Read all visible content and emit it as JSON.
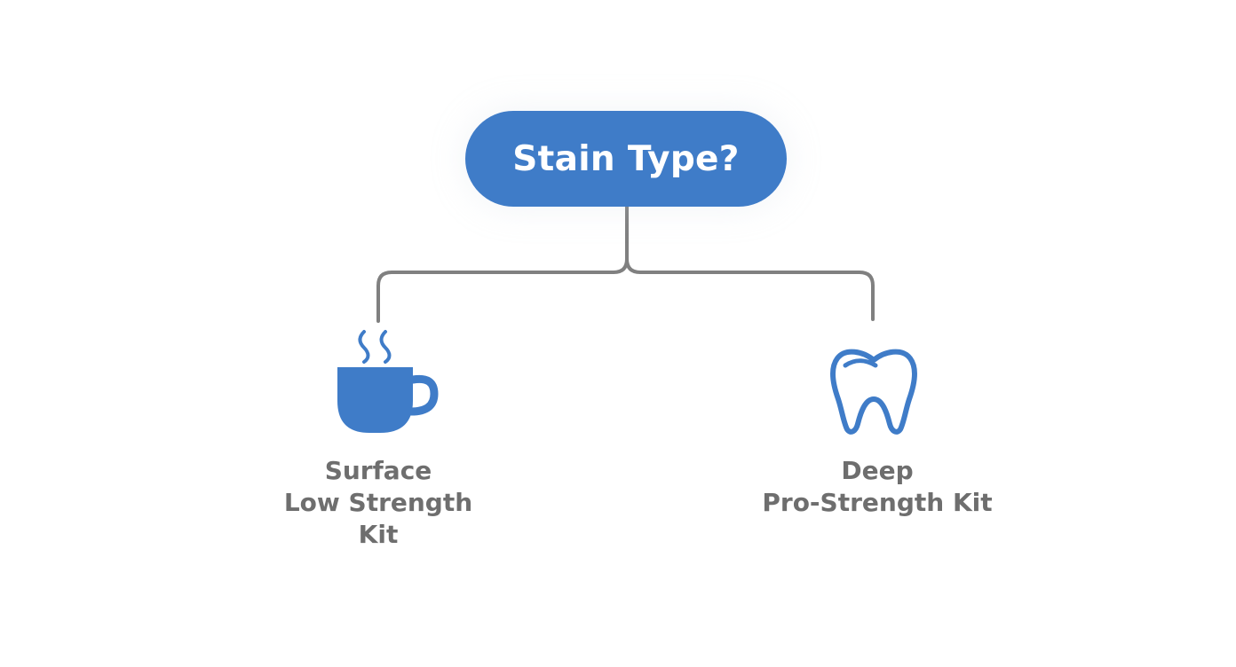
{
  "root": {
    "label": "Stain Type?"
  },
  "branches": [
    {
      "icon": "coffee-cup-icon",
      "line1": "Surface",
      "line2": "Low Strength",
      "line3": "Kit"
    },
    {
      "icon": "tooth-icon",
      "line1": "Deep",
      "line2": "Pro-Strength Kit"
    }
  ],
  "colors": {
    "accent": "#3f7cc8",
    "connector": "#808080",
    "label_text": "#6e6e6e",
    "background": "#ffffff"
  }
}
